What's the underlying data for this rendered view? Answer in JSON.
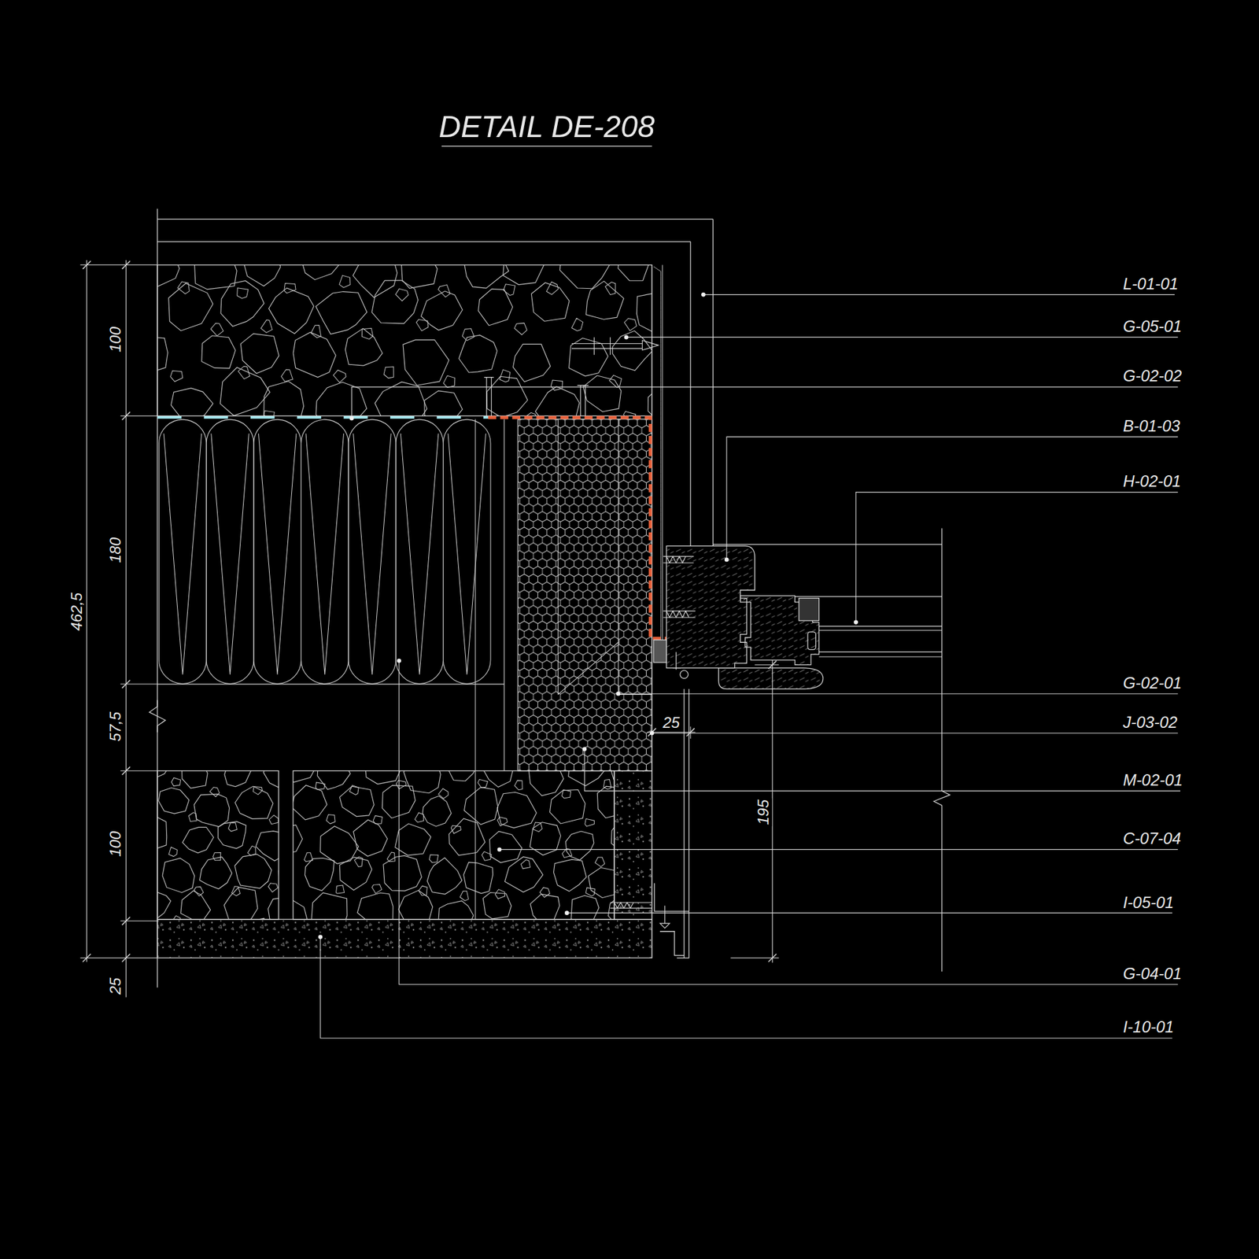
{
  "diagram": {
    "title": "DETAIL DE-208",
    "labels": [
      "L-01-01",
      "G-05-01",
      "G-02-02",
      "B-01-03",
      "H-02-01",
      "G-02-01",
      "J-03-02",
      "M-02-01",
      "C-07-04",
      "I-05-01",
      "G-04-01",
      "I-10-01",
      "462,5",
      "100",
      "180",
      "57,5",
      "100",
      "25",
      "25",
      "195"
    ]
  }
}
